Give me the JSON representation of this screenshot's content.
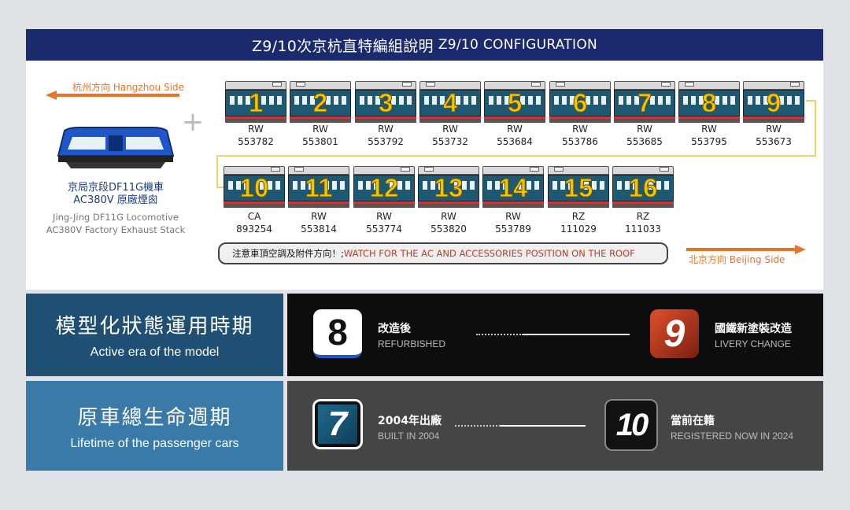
{
  "header": {
    "title_zh": "Z9/10次京杭直特編組說明",
    "title_en": "Z9/10 CONFIGURATION"
  },
  "directions": {
    "hangzhou": "杭州方向 Hangzhou Side",
    "beijing": "北京方向 Beijing Side"
  },
  "locomotive": {
    "name_zh_1": "京局京段DF11G機車",
    "name_zh_2": "AC380V 原廠煙囪",
    "name_en_1": "Jing-Jing DF11G Locomotive",
    "name_en_2": "AC380V Factory Exhaust Stack",
    "coupler_symbol": "+"
  },
  "cars_row1": [
    {
      "num": "1",
      "type": "RW",
      "id": "553782"
    },
    {
      "num": "2",
      "type": "RW",
      "id": "553801"
    },
    {
      "num": "3",
      "type": "RW",
      "id": "553792"
    },
    {
      "num": "4",
      "type": "RW",
      "id": "553732"
    },
    {
      "num": "5",
      "type": "RW",
      "id": "553684"
    },
    {
      "num": "6",
      "type": "RW",
      "id": "553786"
    },
    {
      "num": "7",
      "type": "RW",
      "id": "553685"
    },
    {
      "num": "8",
      "type": "RW",
      "id": "553795"
    },
    {
      "num": "9",
      "type": "RW",
      "id": "553673"
    }
  ],
  "cars_row2": [
    {
      "num": "10",
      "type": "CA",
      "id": "893254"
    },
    {
      "num": "11",
      "type": "RW",
      "id": "553814"
    },
    {
      "num": "12",
      "type": "RW",
      "id": "553774"
    },
    {
      "num": "13",
      "type": "RW",
      "id": "553820"
    },
    {
      "num": "14",
      "type": "RW",
      "id": "553789"
    },
    {
      "num": "15",
      "type": "RZ",
      "id": "111029"
    },
    {
      "num": "16",
      "type": "RZ",
      "id": "111033"
    }
  ],
  "warning": {
    "zh": "注意車頂空調及附件方向！;",
    "en": " WATCH FOR THE AC AND ACCESSORIES POSITION ON THE ROOF"
  },
  "era": {
    "label_zh": "模型化狀態運用時期",
    "label_en": "Active era of the model",
    "start_badge": "8",
    "start_zh": "改造後",
    "start_en": "REFURBISHED",
    "end_badge": "9",
    "end_zh": "國鐵新塗裝改造",
    "end_en": "LIVERY CHANGE"
  },
  "lifetime": {
    "label_zh": "原車總生命週期",
    "label_en": "Lifetime of the passenger cars",
    "start_badge": "7",
    "start_zh": "2004年出廠",
    "start_en": "BUILT IN 2004",
    "end_badge": "10",
    "end_zh": "當前在籍",
    "end_en": "REGISTERED NOW IN 2024"
  },
  "colors": {
    "header": "#1a2a6c",
    "car_body": "#1d5972",
    "car_number": "#f5c400",
    "direction": "#e8742a",
    "connector": "#f0d26b"
  }
}
